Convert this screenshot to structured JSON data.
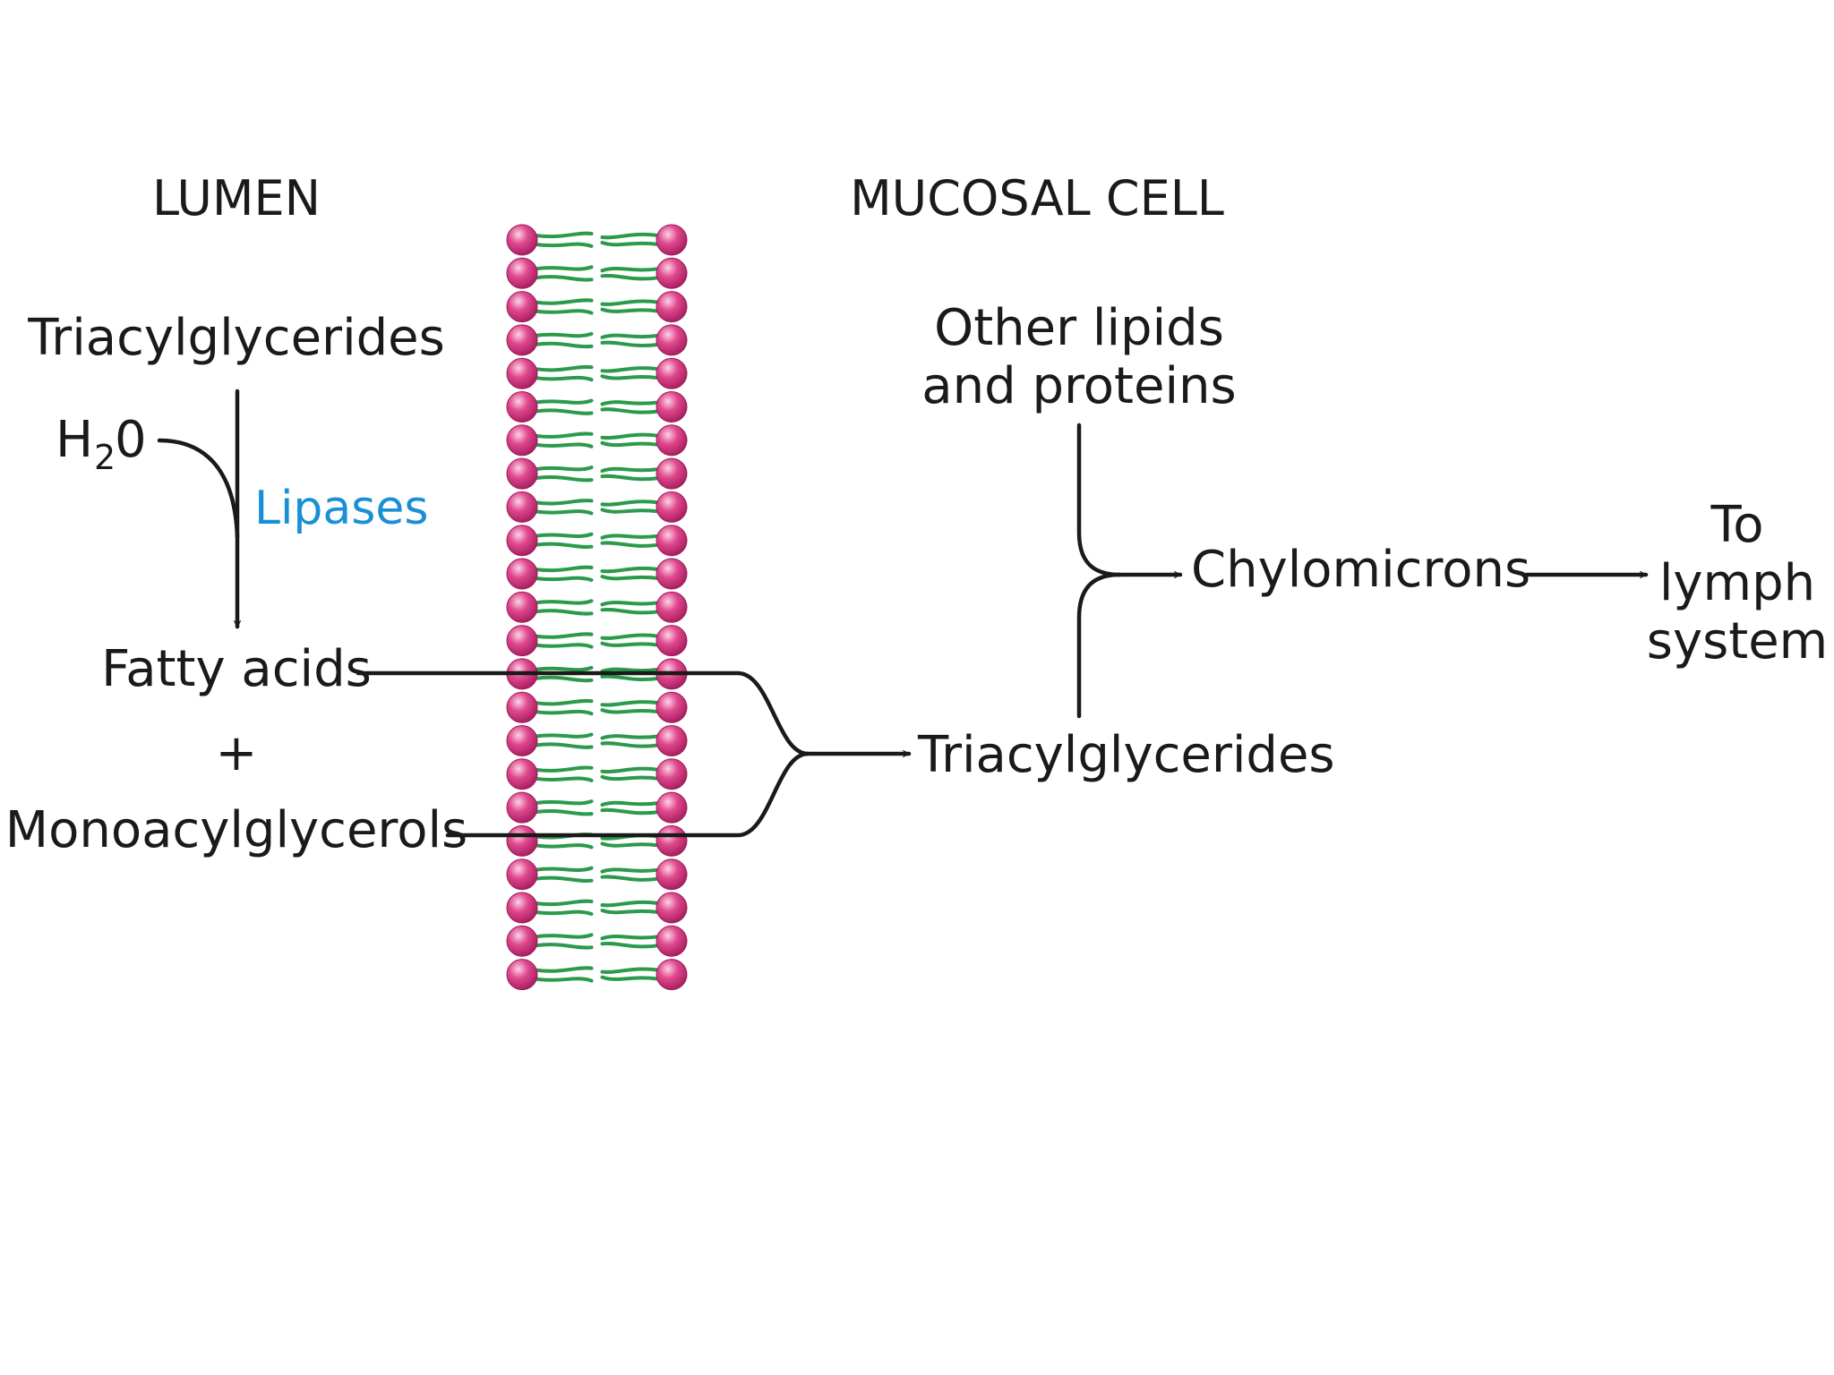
{
  "labels": {
    "lumen": "LUMEN",
    "mucosal_cell": "MUCOSAL CELL",
    "tag_lumen": "Triacylglycerides",
    "water_h": "H",
    "water_sub": "2",
    "water_o": "0",
    "enzyme": "Lipases",
    "fatty_acids": "Fatty acids",
    "plus": "+",
    "monoacylglycerols": "Monoacylglycerols",
    "tag_cell": "Triacylglycerides",
    "other_line1": "Other lipids",
    "other_line2": "and proteins",
    "chylomicrons": "Chylomicrons",
    "dest_line1": "To",
    "dest_line2": "lymph",
    "dest_line3": "system"
  },
  "colors": {
    "text": "#1a1a1a",
    "enzyme": "#1a8fd6",
    "head": "#e0488e",
    "head_highlight": "#fbd3e5",
    "tail": "#2b9a4b"
  },
  "membrane": {
    "heads_per_side": 23
  }
}
